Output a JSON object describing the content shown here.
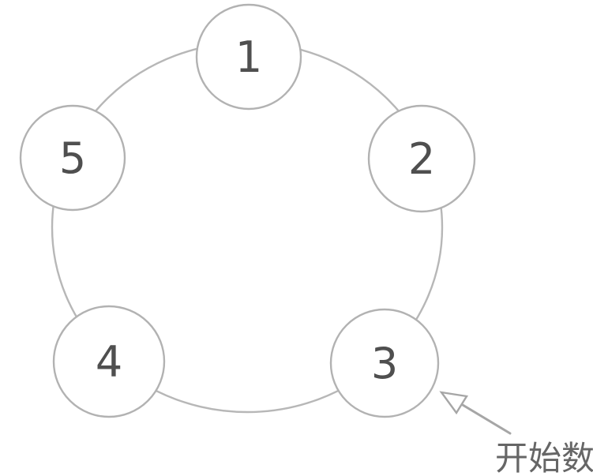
{
  "diagram": {
    "nodes": [
      {
        "label": "1"
      },
      {
        "label": "2"
      },
      {
        "label": "3"
      },
      {
        "label": "4"
      },
      {
        "label": "5"
      }
    ],
    "annotation": {
      "text": "开始数",
      "points_to_node": "3"
    },
    "colors": {
      "background": "#ffffff",
      "ring_stroke": "#b7b7b7",
      "node_stroke": "#b2b2b2",
      "node_fill": "#ffffff",
      "number_text": "#4f4f4f",
      "arrow": "#a6a6a6",
      "annotation_text": "#666666"
    }
  }
}
